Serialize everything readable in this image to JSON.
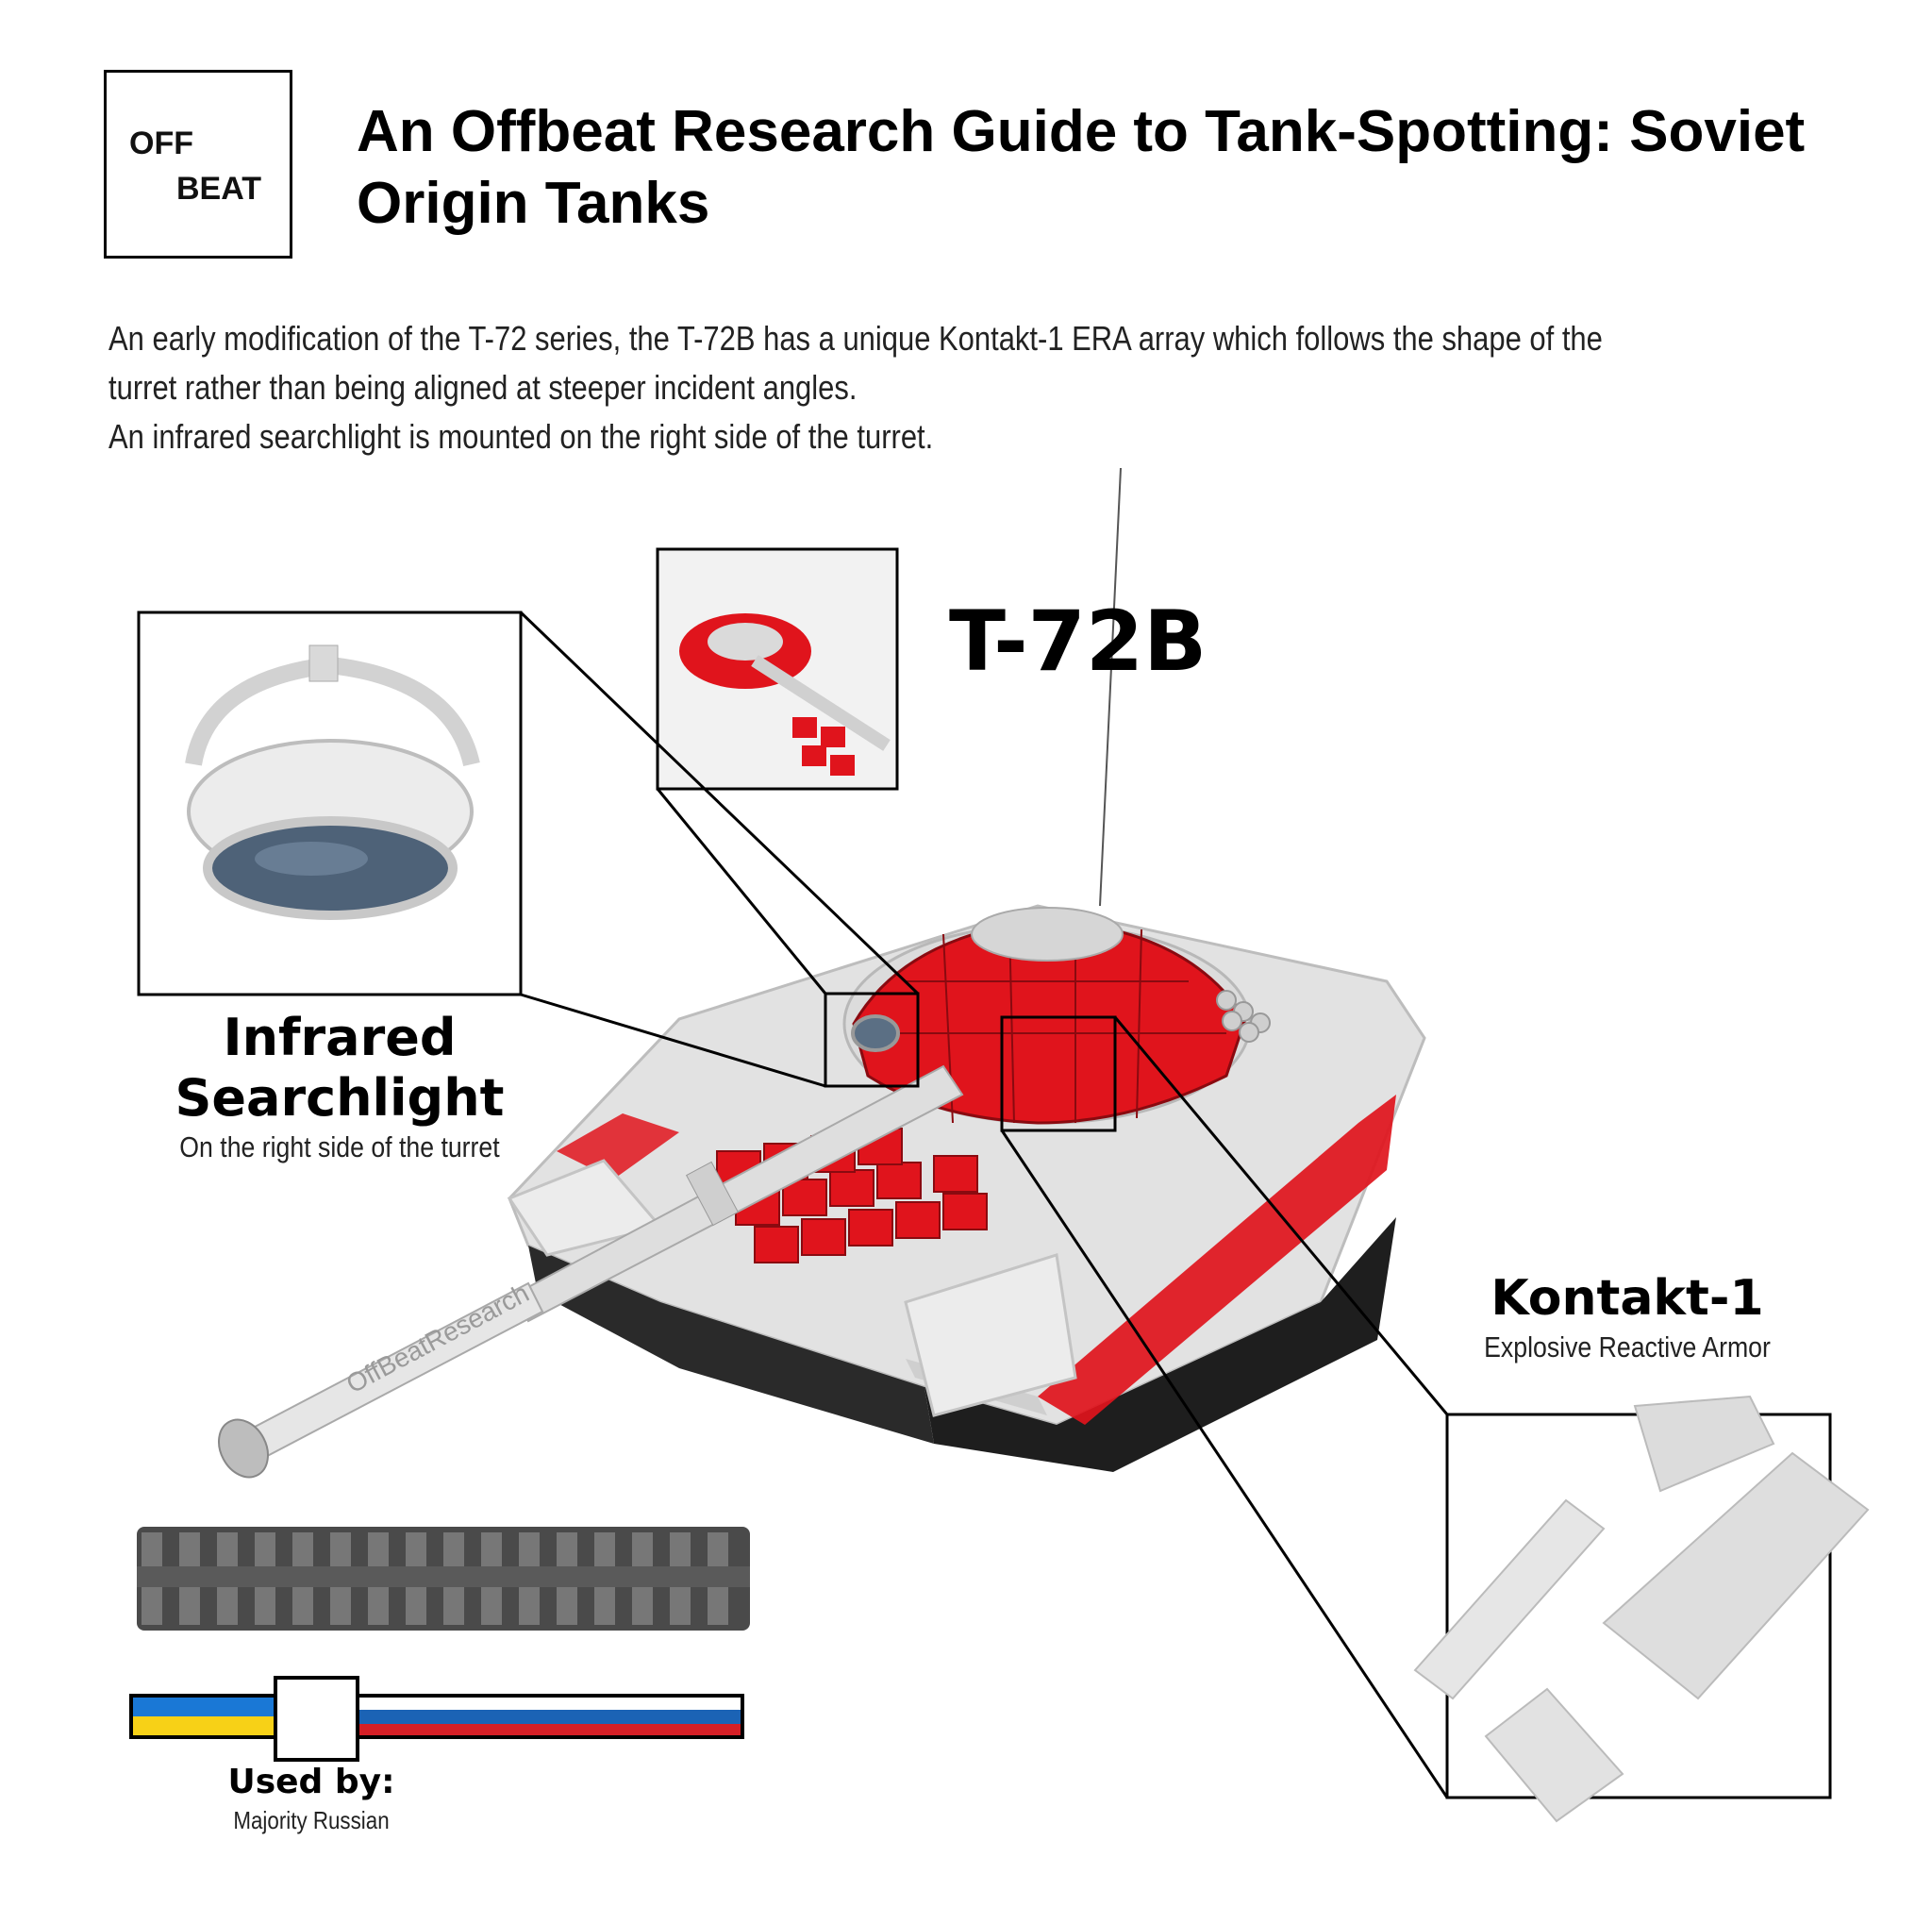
{
  "logo": {
    "line1": "OFF",
    "line2": "BEAT"
  },
  "title": "An Offbeat Research Guide to Tank-Spotting: Soviet Origin Tanks",
  "description": [
    "An early modification of the T-72 series, the T-72B has a unique Kontakt-1 ERA array which follows the shape of the turret rather than being aligned at steeper incident angles.",
    "An infrared searchlight is mounted on the right side of the turret."
  ],
  "tank_name": "T-72B",
  "callouts": {
    "searchlight": {
      "title_line1": "Infrared",
      "title_line2": "Searchlight",
      "subtitle": "On the right side of the turret"
    },
    "era": {
      "title": "Kontakt-1",
      "subtitle": "Explosive Reactive Armor"
    }
  },
  "used_by": {
    "title": "Used by:",
    "value": "Majority Russian"
  },
  "watermark": "OffBeatResearch",
  "colors": {
    "era_red": "#e0141c",
    "hull_grey": "#e4e4e4",
    "ukraine_blue": "#1a78d6",
    "ukraine_yellow": "#f7d117",
    "russia_white": "#ffffff",
    "russia_blue": "#1b63b5",
    "russia_red": "#d51f26"
  }
}
